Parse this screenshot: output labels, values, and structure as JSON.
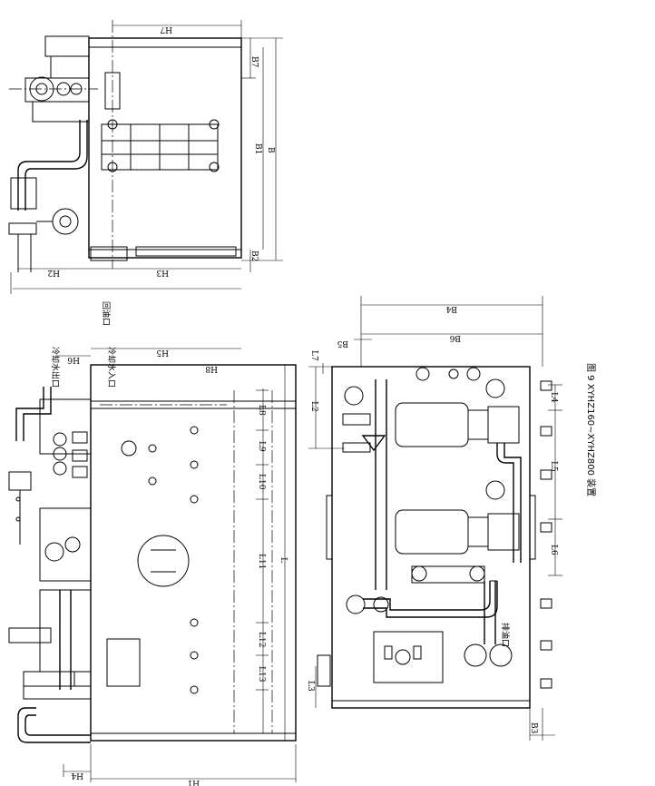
{
  "caption": "图 9  XYHZ160~XYHZ800 装置",
  "labels": {
    "return_oil_port": "回油口",
    "cooling_water_out": "冷却水出口",
    "cooling_water_in": "冷却水入口",
    "drain_oil_port": "排油口"
  },
  "dims": {
    "H7": "H7",
    "B7": "B7",
    "B1": "B1",
    "B": "B",
    "B2": "B2",
    "H2": "H2",
    "H3": "H3",
    "H6": "H6",
    "H5": "H5",
    "H8": "H8",
    "L8": "L8",
    "L9": "L9",
    "L10": "L10",
    "L11": "L11",
    "L": "L",
    "L12": "L12",
    "L13": "L13",
    "H4": "H4",
    "H1": "H1",
    "B4": "B4",
    "B5": "B5",
    "B6": "B6",
    "L7": "L7",
    "L2": "L2",
    "L4": "L4",
    "L5": "L5",
    "L6": "L6",
    "L3": "L3",
    "B3": "B3"
  }
}
